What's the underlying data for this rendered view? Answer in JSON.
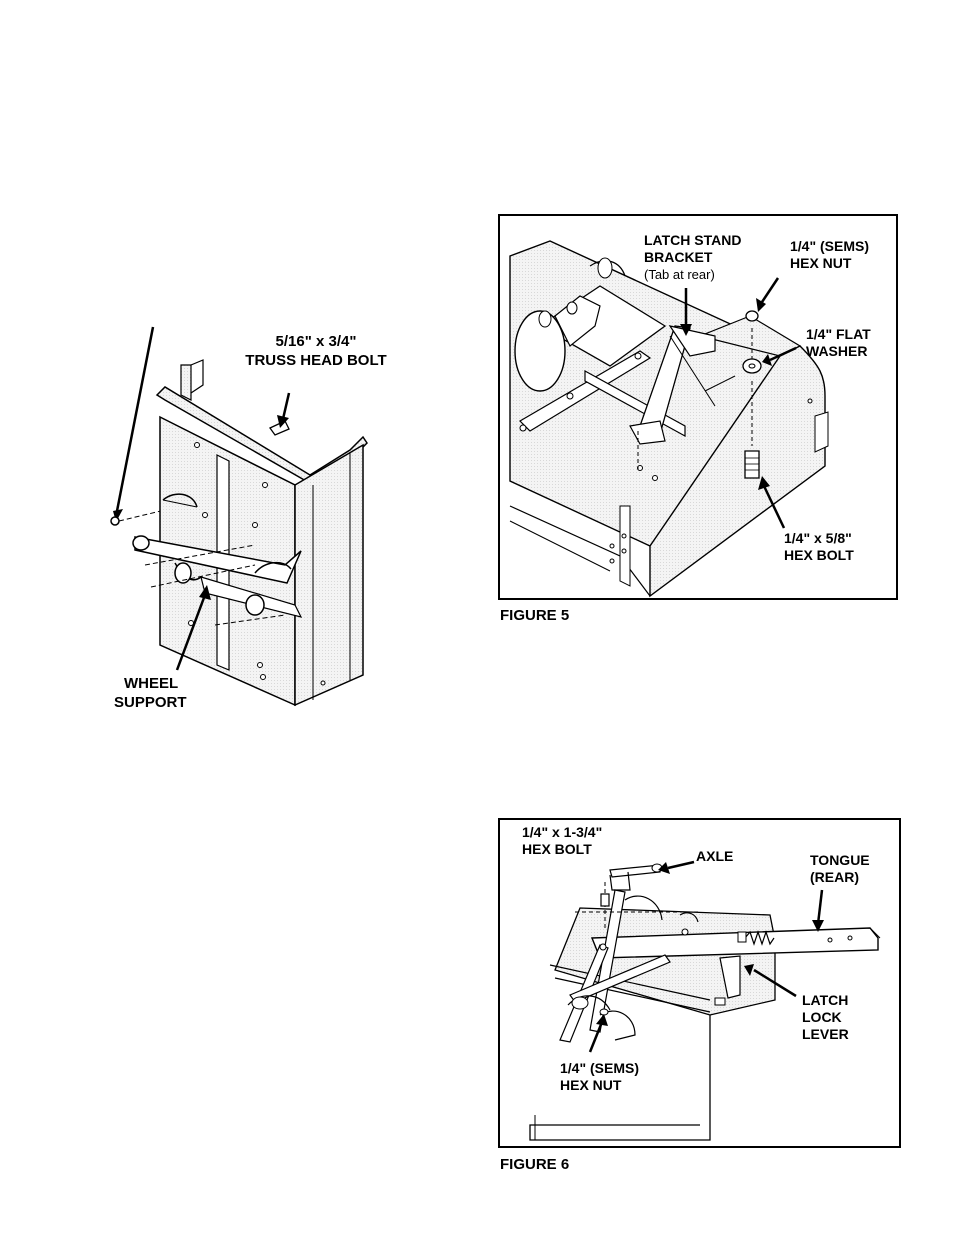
{
  "figure_left": {
    "truss_bolt_line1": "5/16\" x 3/4\"",
    "truss_bolt_line2": "TRUSS HEAD BOLT",
    "wheel_support_line1": "WHEEL",
    "wheel_support_line2": "SUPPORT"
  },
  "figure5": {
    "caption": "FIGURE 5",
    "latch_line1": "LATCH STAND",
    "latch_line2": "BRACKET",
    "latch_note": "(Tab at rear)",
    "sems_nut_line1": "1/4\" (SEMS)",
    "sems_nut_line2": "HEX NUT",
    "washer_line1": "1/4\" FLAT",
    "washer_line2": "WASHER",
    "bolt_line1": "1/4\" x 5/8\"",
    "bolt_line2": "HEX BOLT"
  },
  "figure6": {
    "caption": "FIGURE 6",
    "bolt_line1": "1/4\" x 1-3/4\"",
    "bolt_line2": "HEX BOLT",
    "axle": "AXLE",
    "tongue_line1": "TONGUE",
    "tongue_line2": "(REAR)",
    "latch_line1": "LATCH",
    "latch_line2": "LOCK",
    "latch_line3": "LEVER",
    "nut_line1": "1/4\" (SEMS)",
    "nut_line2": "HEX NUT"
  }
}
